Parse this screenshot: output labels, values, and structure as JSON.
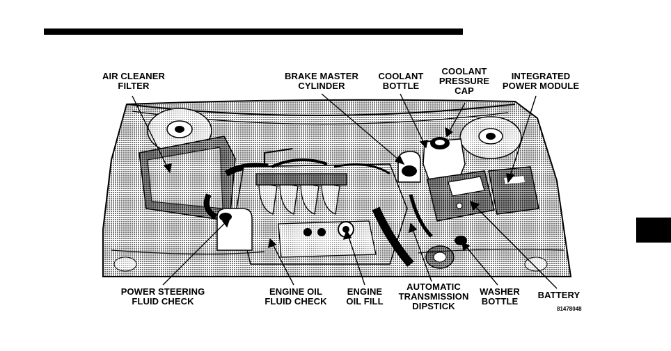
{
  "labels": {
    "air_cleaner_filter": [
      "AIR CLEANER",
      "FILTER"
    ],
    "brake_master_cylinder": [
      "BRAKE MASTER",
      "CYLINDER"
    ],
    "coolant_bottle": [
      "COOLANT",
      "BOTTLE"
    ],
    "coolant_pressure_cap": [
      "COOLANT",
      "PRESSURE",
      "CAP"
    ],
    "integrated_power_module": [
      "INTEGRATED",
      "POWER MODULE"
    ],
    "power_steering_fluid_check": [
      "POWER STEERING",
      "FLUID CHECK"
    ],
    "engine_oil_fluid_check": [
      "ENGINE OIL",
      "FLUID CHECK"
    ],
    "engine_oil_fill": [
      "ENGINE",
      "OIL FILL"
    ],
    "automatic_transmission_dipstick": [
      "AUTOMATIC",
      "TRANSMISSION",
      "DIPSTICK"
    ],
    "washer_bottle": [
      "WASHER",
      "BOTTLE"
    ],
    "battery": [
      "BATTERY"
    ]
  },
  "figure_id": "81478048",
  "colors": {
    "ink": "#000000",
    "paper": "#ffffff",
    "halftone": "#8a8a8a"
  }
}
